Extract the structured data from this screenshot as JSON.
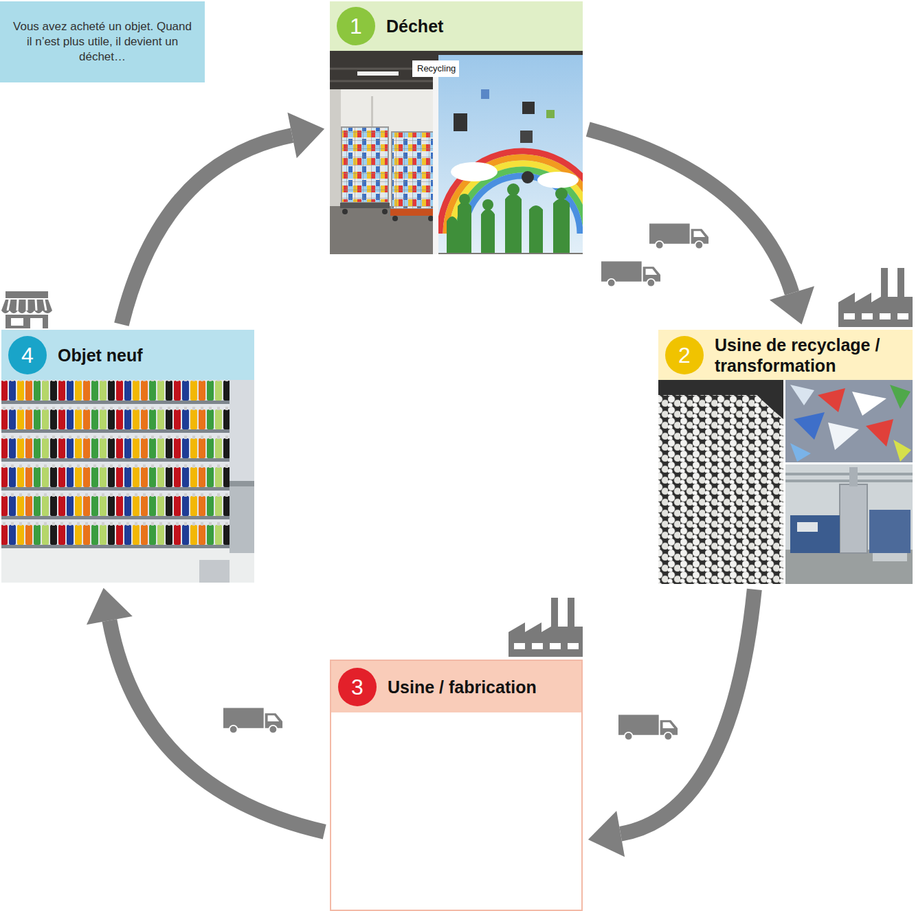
{
  "diagram": {
    "nodes": [
      {
        "text": [
          "Vous avez acheté un objet. Quand il n’est plus utile, il devient un déchet…"
        ]
      },
      {
        "text": [
          "1",
          "Déchet"
        ]
      },
      {
        "text": [
          "2",
          "Usine de recyclage / transformation"
        ]
      },
      {
        "text": [
          "3",
          "Usine / fabrication"
        ]
      },
      {
        "text": [
          "4",
          "Objet neuf"
        ]
      }
    ],
    "edges": [
      {
        "from": 4,
        "to": 1,
        "arrow": "to"
      },
      {
        "from": 1,
        "to": 2,
        "arrow": "to"
      },
      {
        "from": 2,
        "to": 3,
        "arrow": "to"
      },
      {
        "from": 3,
        "to": 4,
        "arrow": "to"
      }
    ],
    "labels": [
      "Recycling"
    ]
  }
}
